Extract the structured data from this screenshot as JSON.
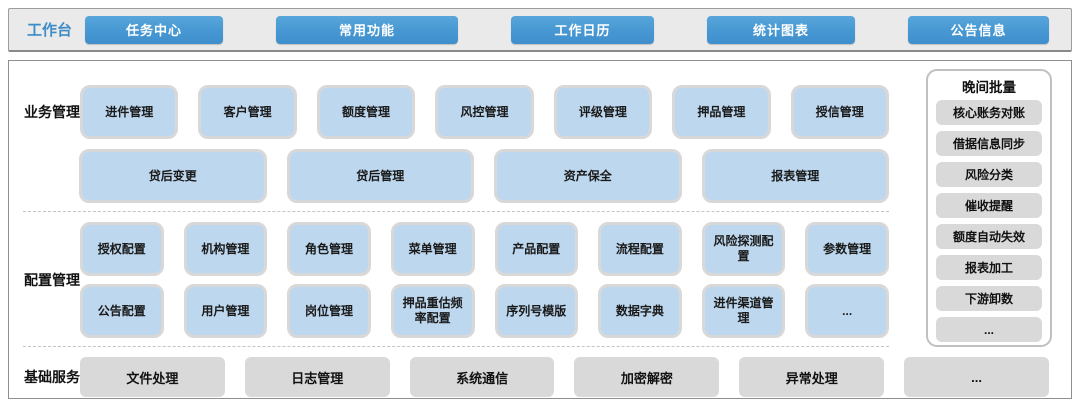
{
  "colors": {
    "accent_blue": "#4697d2",
    "module_blue_fill": "#bdd7ee",
    "module_border_gray": "#d8d8d8",
    "service_gray_fill": "#d9d9d9",
    "workbench_label_blue": "#3e8cc7"
  },
  "workbench": {
    "label": "工作台",
    "buttons": [
      "任务中心",
      "常用功能",
      "工作日历",
      "统计图表",
      "公告信息"
    ]
  },
  "business": {
    "label": "业务管理",
    "row1": [
      "进件管理",
      "客户管理",
      "额度管理",
      "风控管理",
      "评级管理",
      "押品管理",
      "授信管理"
    ],
    "row2": [
      "贷后变更",
      "贷后管理",
      "资产保全",
      "报表管理"
    ]
  },
  "config": {
    "label": "配置管理",
    "row1": [
      "授权配置",
      "机构管理",
      "角色管理",
      "菜单管理",
      "产品配置",
      "流程配置",
      "风险探测配置",
      "参数管理"
    ],
    "row2": [
      "公告配置",
      "用户管理",
      "岗位管理",
      "押品重估频率配置",
      "序列号模版",
      "数据字典",
      "进件渠道管理",
      "..."
    ]
  },
  "base_services": {
    "label": "基础服务",
    "items": [
      "文件处理",
      "日志管理",
      "系统通信",
      "加密解密",
      "异常处理",
      "..."
    ]
  },
  "night_batch": {
    "title": "晚间批量",
    "items": [
      "核心账务对账",
      "借据信息同步",
      "风险分类",
      "催收提醒",
      "额度自动失效",
      "报表加工",
      "下游卸数",
      "..."
    ]
  }
}
